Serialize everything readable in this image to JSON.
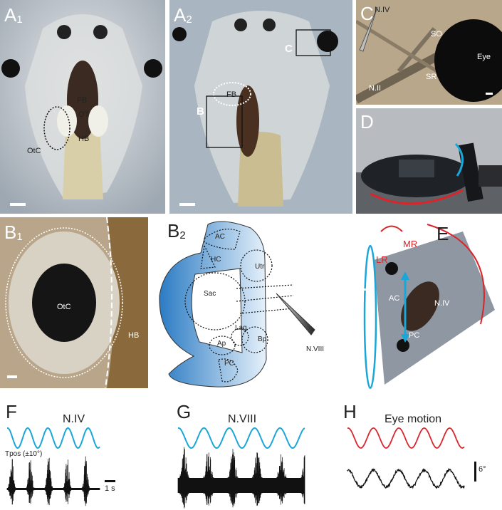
{
  "panels": {
    "A1": {
      "letter": "A",
      "sub": "1",
      "labels": {
        "fb": "FB",
        "ot": "OT",
        "hb": "HB",
        "otc": "OtC"
      }
    },
    "A2": {
      "letter": "A",
      "sub": "2",
      "labels": {
        "fb": "FB",
        "b": "B",
        "c": "C"
      }
    },
    "C": {
      "letter": "C",
      "labels": {
        "n4": "N.IV",
        "so": "SO",
        "eye": "Eye",
        "sr": "SR",
        "n2": "N.II"
      }
    },
    "D": {
      "letter": "D"
    },
    "B1": {
      "letter": "B",
      "sub": "1",
      "labels": {
        "otc": "OtC",
        "hb": "HB"
      }
    },
    "B2": {
      "letter": "B",
      "sub": "2",
      "labels": {
        "ac": "AC",
        "hc": "HC",
        "utr": "Utr",
        "sac": "Sac",
        "lag": "Lag",
        "ap": "Ap",
        "bp": "Bp",
        "pc": "PC",
        "n8": "N.VIII"
      }
    },
    "E": {
      "letter": "E",
      "labels": {
        "mr": "MR",
        "lr": "LR",
        "ac": "AC",
        "n4": "N.IV",
        "pc": "PC"
      }
    },
    "F": {
      "letter": "F",
      "title": "N.IV",
      "tpos": "Tpos (±10°)",
      "scale": "1 s"
    },
    "G": {
      "letter": "G",
      "title": "N.VIII"
    },
    "H": {
      "letter": "H",
      "title": "Eye motion",
      "scale": "6°"
    }
  },
  "colors": {
    "stimulus": "#1aa6d9",
    "eye": "#d9252b",
    "red_arrow": "#d9252b",
    "blue_arrow": "#1aa6d9",
    "diagram_blue": "#2b7bc4"
  }
}
